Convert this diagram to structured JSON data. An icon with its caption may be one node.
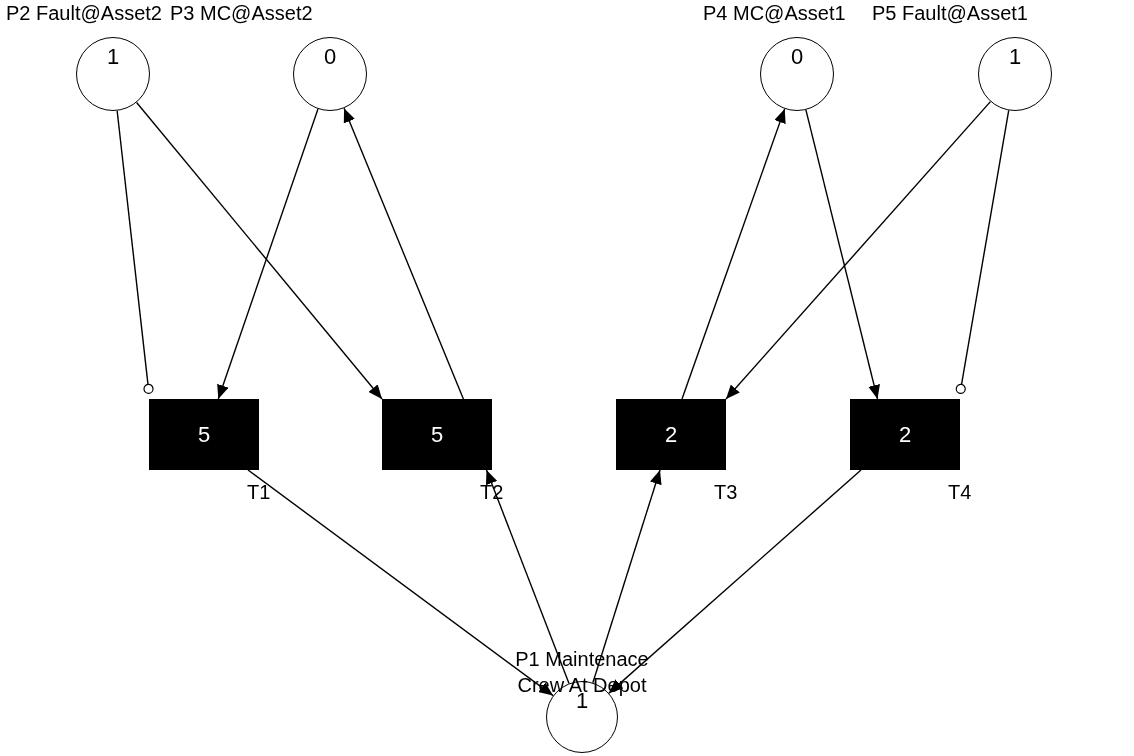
{
  "diagram": {
    "nodes": [
      {
        "text": [
          "P2 Fault@Asset2",
          "1"
        ]
      },
      {
        "text": [
          "P3 MC@Asset2",
          "0"
        ]
      },
      {
        "text": [
          "P4 MC@Asset1",
          "0"
        ]
      },
      {
        "text": [
          "P5 Fault@Asset1",
          "1"
        ]
      },
      {
        "text": [
          "5",
          "T1"
        ]
      },
      {
        "text": [
          "5",
          "T2"
        ]
      },
      {
        "text": [
          "2",
          "T3"
        ]
      },
      {
        "text": [
          "2",
          "T4"
        ]
      },
      {
        "text": [
          "P1 Maintenace Crew At Depot",
          "1"
        ]
      }
    ],
    "edges": [
      {
        "from": 0,
        "to": 4,
        "arrow": "other"
      },
      {
        "from": 0,
        "to": 5,
        "arrow": "to"
      },
      {
        "from": 1,
        "to": 4,
        "arrow": "to"
      },
      {
        "from": 5,
        "to": 1,
        "arrow": "to"
      },
      {
        "from": 6,
        "to": 2,
        "arrow": "to"
      },
      {
        "from": 2,
        "to": 7,
        "arrow": "to"
      },
      {
        "from": 3,
        "to": 6,
        "arrow": "to"
      },
      {
        "from": 3,
        "to": 7,
        "arrow": "other"
      },
      {
        "from": 4,
        "to": 8,
        "arrow": "to"
      },
      {
        "from": 8,
        "to": 5,
        "arrow": "to"
      },
      {
        "from": 8,
        "to": 6,
        "arrow": "to"
      },
      {
        "from": 7,
        "to": 8,
        "arrow": "to"
      }
    ]
  }
}
